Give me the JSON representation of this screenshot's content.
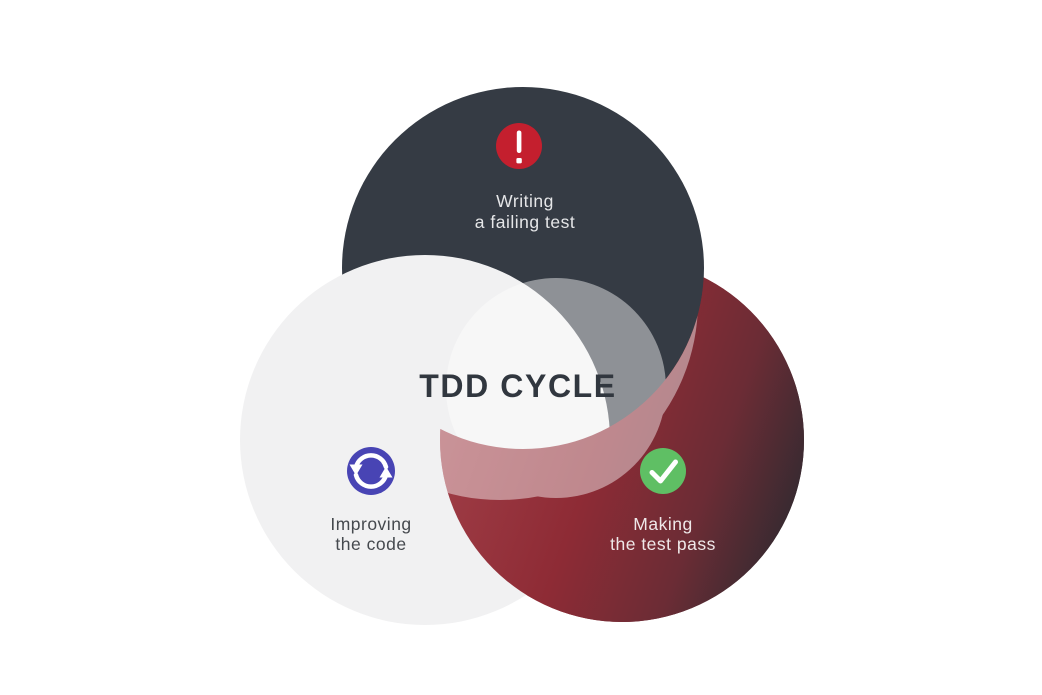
{
  "title": {
    "text": "TDD CYCLE",
    "color": "#31373f"
  },
  "background_color": "#ffffff",
  "overlay": {
    "color": "#ffffff",
    "opacity": "0.44"
  },
  "nodes": {
    "writing": {
      "line1": "Writing",
      "line2": "a failing test",
      "circle_color": "#353b44",
      "label_color": "#e5e6e8",
      "icon": "exclamation-icon",
      "icon_bg": "#c41f2e",
      "icon_glyph_color": "#ffffff"
    },
    "making": {
      "line1": "Making",
      "line2": "the test pass",
      "gradient": [
        "#a24049",
        "#8e2b35",
        "#6b2c35",
        "#332a30"
      ],
      "label_color": "#efe8e9",
      "icon": "check-icon",
      "icon_bg": "#5fbf64",
      "icon_glyph_color": "#ffffff"
    },
    "improving": {
      "line1": "Improving",
      "line2": "the code",
      "circle_color": "#f1f1f2",
      "label_color": "#45494e",
      "icon": "refresh-icon",
      "icon_bg": "#4844b4",
      "icon_glyph_color": "#ffffff"
    }
  }
}
